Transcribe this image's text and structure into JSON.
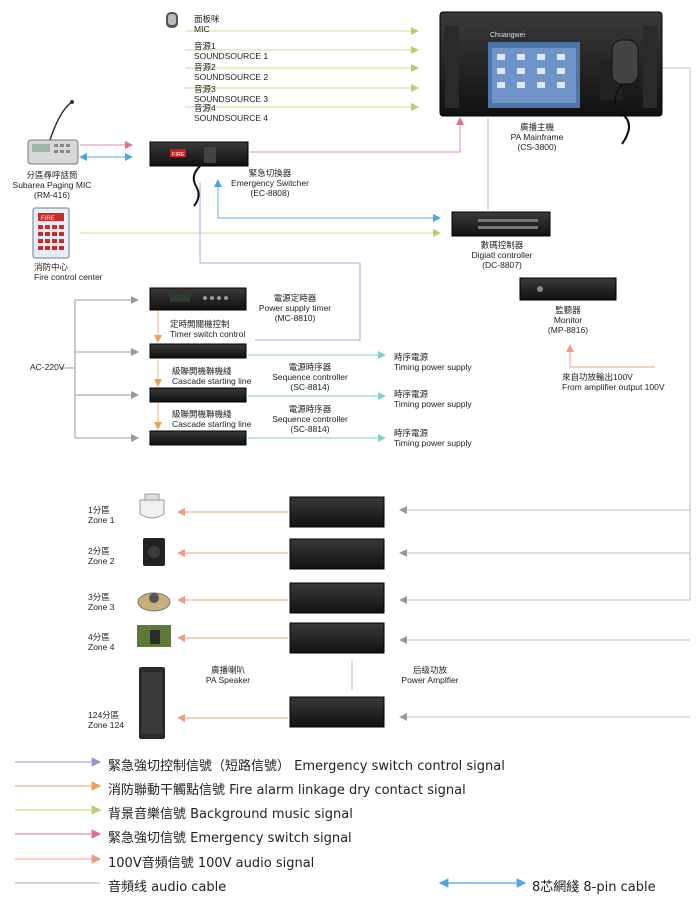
{
  "sources": [
    {
      "zh": "面板咪",
      "en": "MIC"
    },
    {
      "zh": "音源1",
      "en": "SOUNDSOURCE 1"
    },
    {
      "zh": "音源2",
      "en": "SOUNDSOURCE 2"
    },
    {
      "zh": "音源3",
      "en": "SOUNDSOURCE 3"
    },
    {
      "zh": "音源4",
      "en": "SOUNDSOURCE 4"
    }
  ],
  "devices": {
    "mainframe": {
      "zh": "廣播主機",
      "en": "PA Mainframe",
      "model": "(CS-3800)",
      "brand": "Chuangwei"
    },
    "paging_mic": {
      "zh": "分區尋呼話筒",
      "en": "Subarea Paging MIC",
      "model": "(RM-416)"
    },
    "emergency_switcher": {
      "zh": "緊急切換器",
      "en": "Emergency Switcher",
      "model": "(EC-8808)",
      "panel": "FIRE"
    },
    "fire_center": {
      "zh": "消防中心",
      "en": "Fire control center",
      "panel": "FIRE"
    },
    "digital_controller": {
      "zh": "數碼控制器",
      "en": "Digiatl controller",
      "model": "(DC-8807)"
    },
    "monitor": {
      "zh": "監聽器",
      "en": "Monitor",
      "model": "(MP-8816)"
    },
    "from_amp": {
      "zh": "來自功放輸出100V",
      "en": "From amplifier output 100V"
    },
    "power_timer": {
      "zh": "電源定時器",
      "en": "Power supply timer",
      "model": "(MC-8810)"
    },
    "timer_switch": {
      "zh": "定時開關機控制",
      "en": "Timer switch control"
    },
    "ac": "AC-220V",
    "cascade": {
      "zh": "級聯開機聯機綫",
      "en": "Cascade starting line"
    },
    "sequence": {
      "zh": "電源時序器",
      "en": "Sequence controller",
      "model": "(SC-8814)"
    },
    "timing": {
      "zh": "時序電源",
      "en": "Timing power supply"
    },
    "speaker": {
      "zh": "廣播喇叭",
      "en": "PA Speaker"
    },
    "amplifier": {
      "zh": "后级功放",
      "en": "Power Amplfier"
    }
  },
  "zones": [
    {
      "zh": "1分區",
      "en": "Zone 1"
    },
    {
      "zh": "2分區",
      "en": "Zone 2"
    },
    {
      "zh": "3分區",
      "en": "Zone 3"
    },
    {
      "zh": "4分區",
      "en": "Zone 4"
    },
    {
      "zh": "124分區",
      "en": "Zone 124"
    }
  ],
  "legend": [
    {
      "label": "緊急強切控制信號（短路信號） Emergency switch control signal",
      "color": "#b9a6d9"
    },
    {
      "label": "消防聯動干觸點信號  Fire alarm linkage dry contact signal",
      "color": "#f0b27a"
    },
    {
      "label": "背景音樂信號  Background music signal",
      "color": "#cddc8a"
    },
    {
      "label": "緊急強切信號 Emergency switch signal",
      "color": "#e88aa0"
    },
    {
      "label": "100V音頻信號  100V audio signal",
      "color": "#f3b7a3"
    },
    {
      "label": "音頻线    audio cable",
      "color": "#bdbdbd"
    },
    {
      "label": "8芯網綫    8-pin cable",
      "color": "#5fb3e6"
    }
  ]
}
